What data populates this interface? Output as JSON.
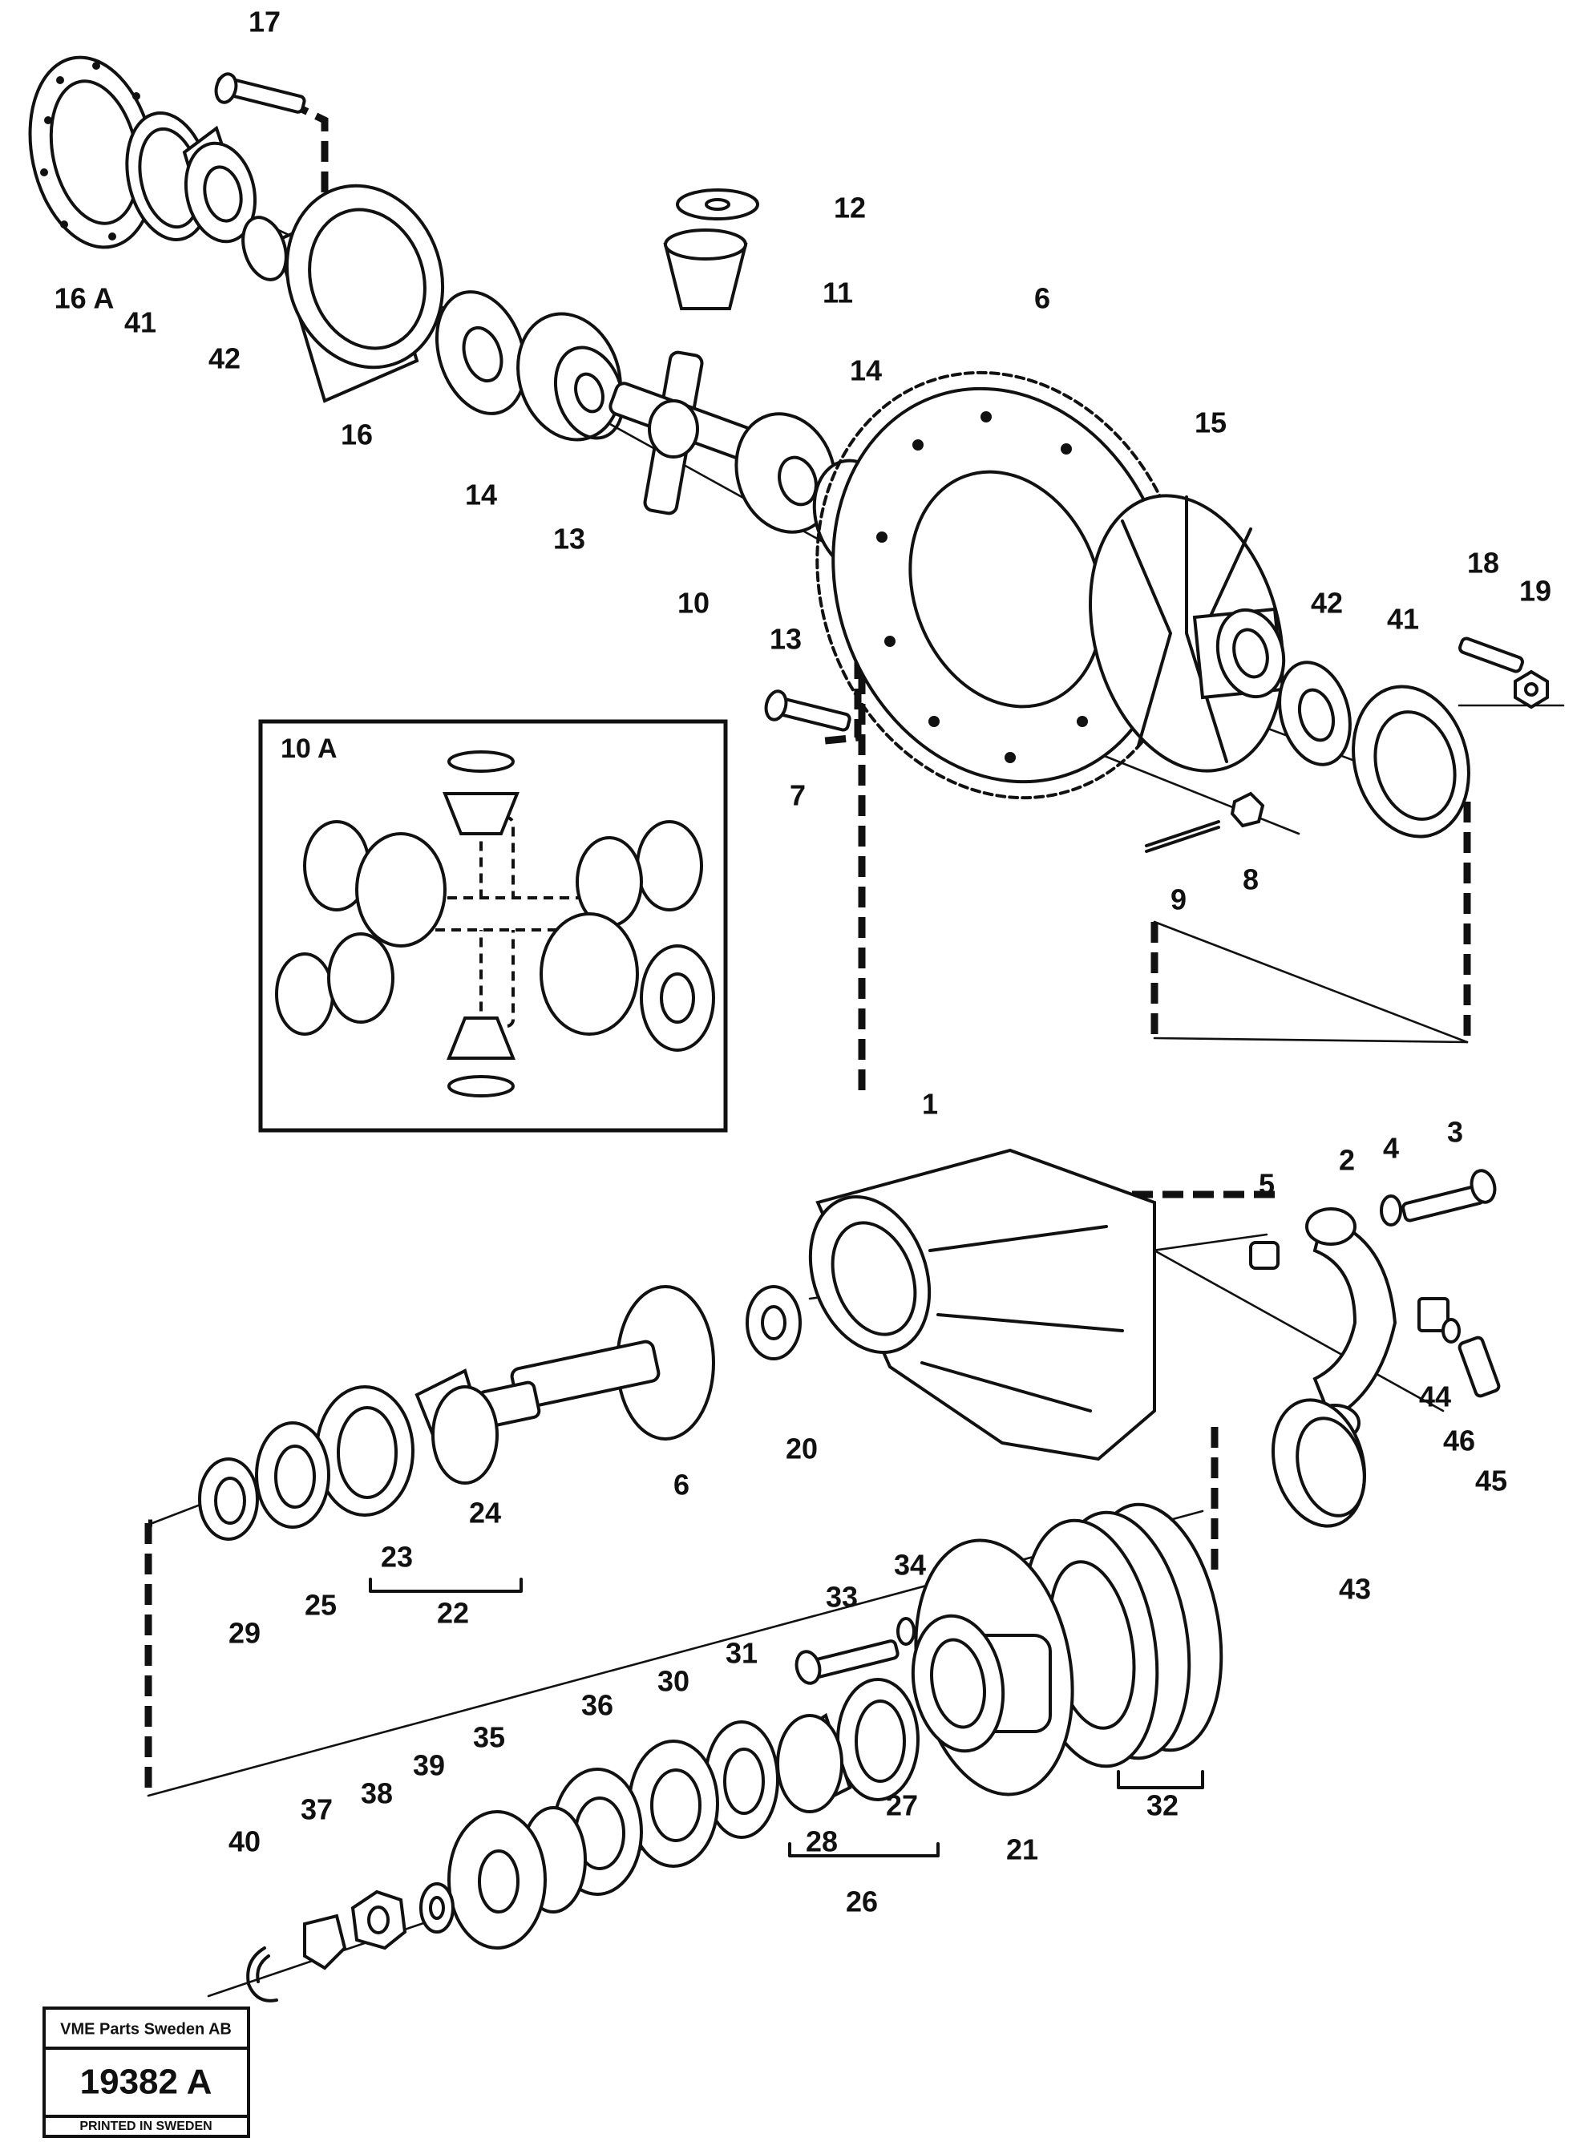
{
  "diagram": {
    "inset_title": "10 A",
    "part_labels": [
      "17",
      "16 A",
      "41",
      "42",
      "16",
      "14",
      "13",
      "10",
      "12",
      "11",
      "14",
      "6",
      "13",
      "15",
      "42",
      "41",
      "18",
      "19",
      "7",
      "9",
      "8",
      "1",
      "5",
      "2",
      "4",
      "3",
      "44",
      "46",
      "45",
      "43",
      "20",
      "6",
      "24",
      "23",
      "22",
      "25",
      "29",
      "33",
      "34",
      "31",
      "30",
      "36",
      "35",
      "39",
      "38",
      "37",
      "40",
      "28",
      "27",
      "26",
      "21",
      "32"
    ]
  },
  "footer": {
    "company": "VME Parts Sweden AB",
    "drawing_number": "19382 A",
    "printed": "PRINTED IN SWEDEN"
  }
}
